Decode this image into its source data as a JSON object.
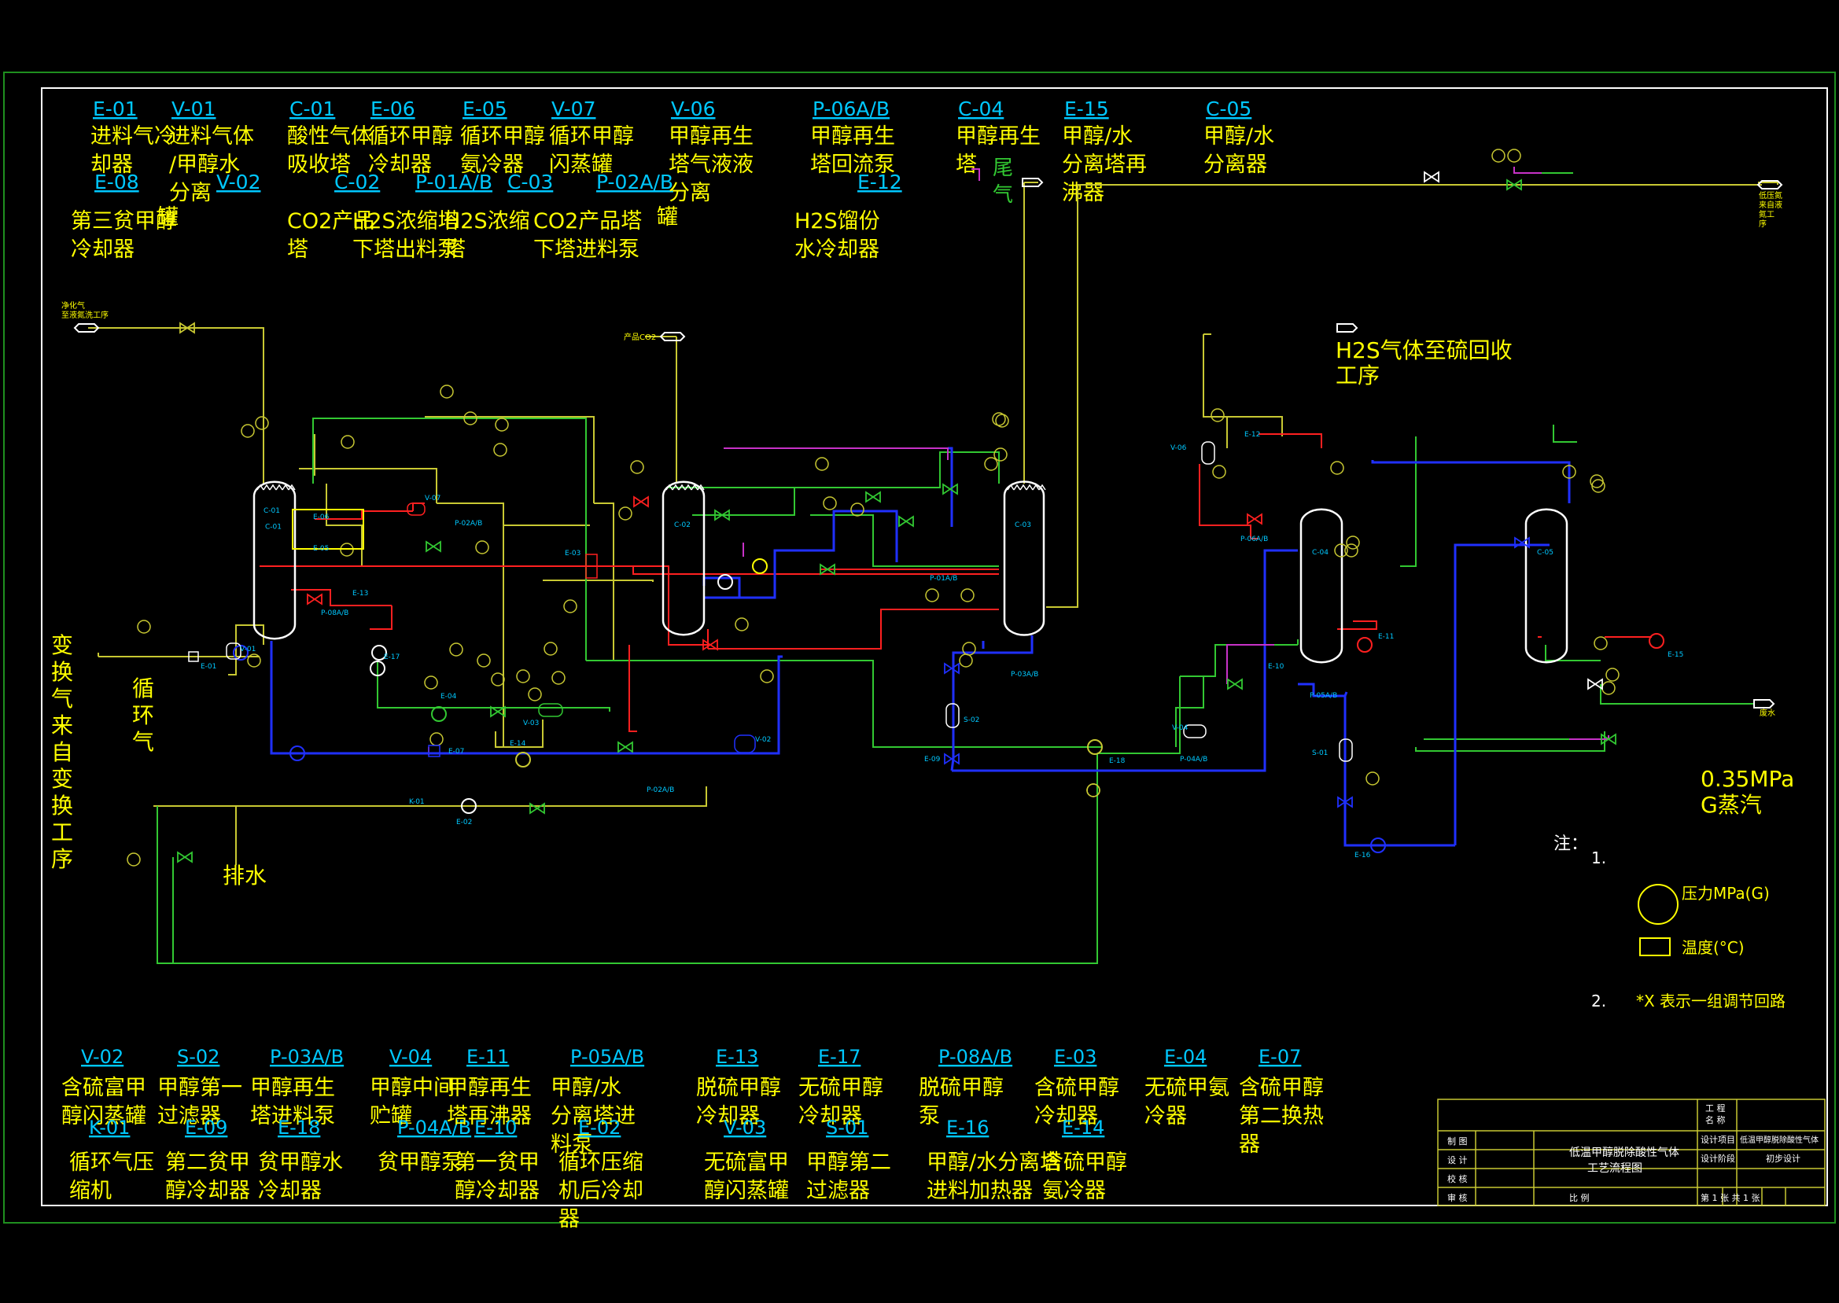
{
  "colors": {
    "background": "#000000",
    "frame": "#1f8f1f",
    "drawing_border": "#ffffff",
    "tag": "#00c8ff",
    "label": "#ffff00",
    "line_yellow": "#c8c832",
    "line_green": "#32c832",
    "line_red": "#ff2020",
    "line_blue": "#2030ff",
    "line_magenta": "#c832c8",
    "instrument": "#c8c832"
  },
  "legend_top": [
    {
      "tag": "E-01",
      "name": "进料气冷却器",
      "tag2": "E-08",
      "name2": "第三贫甲醇冷却器"
    },
    {
      "tag": "V-01",
      "name": "进料气体/甲醇水分离",
      "tag2": "V-02",
      "name2": "罐"
    },
    {
      "tag": "C-01",
      "name": "酸性气体吸收塔",
      "tag2": "C-02",
      "name2": "CO2产品塔"
    },
    {
      "tag": "E-06",
      "name": "循环甲醇冷却器",
      "tag2": "P-01A/B",
      "name2": "H2S浓缩塔下塔出料泵"
    },
    {
      "tag": "E-05",
      "name": "循环甲醇氨冷器",
      "tag2": "C-03",
      "name2": "H2S浓缩塔"
    },
    {
      "tag": "V-07",
      "name": "循环甲醇闪蒸罐",
      "tag2": "P-02A/B",
      "name2": "CO2产品塔下塔进料泵"
    },
    {
      "tag": "V-06",
      "name": "甲醇再生塔气液液分离",
      "tag2": "",
      "name2": "罐"
    },
    {
      "tag": "P-06A/B",
      "name": "甲醇再生塔回流泵",
      "tag2": "E-12",
      "name2": "H2S馏份水冷却器"
    },
    {
      "tag": "C-04",
      "name": "甲醇再生塔",
      "tag2": "",
      "name2": ""
    },
    {
      "tag": "E-15",
      "name": "甲醇/水分离塔再沸器",
      "tag2": "",
      "name2": ""
    },
    {
      "tag": "C-05",
      "name": "甲醇/水分离器",
      "tag2": "",
      "name2": ""
    }
  ],
  "legend_bottom": [
    {
      "tag": "V-02",
      "name": "含硫富甲醇闪蒸罐",
      "tag2": "K-01",
      "name2": "循环气压缩机"
    },
    {
      "tag": "S-02",
      "name": "甲醇第一过滤器",
      "tag2": "E-09",
      "name2": "第二贫甲醇冷却器"
    },
    {
      "tag": "P-03A/B",
      "name": "甲醇再生塔进料泵",
      "tag2": "E-18",
      "name2": "贫甲醇水冷却器"
    },
    {
      "tag": "V-04",
      "name": "甲醇中间贮罐",
      "tag2": "P-04A/B",
      "name2": "贫甲醇泵"
    },
    {
      "tag": "E-11",
      "name": "甲醇再生塔再沸器",
      "tag2": "E-10",
      "name2": "第一贫甲醇冷却器"
    },
    {
      "tag": "P-05A/B",
      "name": "甲醇/水分离塔进料泵",
      "tag2": "E-02",
      "name2": "循环压缩机后冷却器"
    },
    {
      "tag": "E-13",
      "name": "脱硫甲醇冷却器",
      "tag2": "V-03",
      "name2": "无硫富甲醇闪蒸罐"
    },
    {
      "tag": "E-17",
      "name": "无硫甲醇冷却器",
      "tag2": "S-01",
      "name2": "甲醇第二过滤器"
    },
    {
      "tag": "P-08A/B",
      "name": "脱硫甲醇泵",
      "tag2": "E-16",
      "name2": "甲醇/水分离塔进料加热器"
    },
    {
      "tag": "E-03",
      "name": "含硫甲醇冷却器",
      "tag2": "E-14",
      "name2": "含硫甲醇氨冷器"
    },
    {
      "tag": "E-04",
      "name": "无硫甲氨冷器",
      "tag2": "",
      "name2": ""
    },
    {
      "tag": "E-07",
      "name": "含硫甲醇第二换热器",
      "tag2": "",
      "name2": ""
    }
  ],
  "streams": {
    "feed": "变换气来自变换工序",
    "recycle": "循环气",
    "drain": "排水",
    "h2s_out": "H2S气体至硫回收工序",
    "steam": "0.35MPaG蒸汽",
    "tail_gas": "尾气",
    "purified_gas": "净化气至液氮洗工序",
    "co2_product": "产品CO2",
    "lp_nitrogen": "低压氮来自液氮工序",
    "waste_water": "废水"
  },
  "equipment_labels": [
    "C-01",
    "C-02",
    "C-03",
    "C-04",
    "C-05",
    "E-06",
    "E-05",
    "E-13",
    "V-07",
    "P-02A/B",
    "P-08A/B",
    "E-03",
    "E-17",
    "E-04",
    "V-03",
    "E-07",
    "E-14",
    "V-02",
    "P-03A/B",
    "E-16",
    "S-02",
    "E-09",
    "E-18",
    "V-04",
    "P-04A/B",
    "V-06",
    "E-12",
    "P-06A/B",
    "E-11",
    "E-10",
    "P-05A/B",
    "S-01",
    "E-15",
    "V-01",
    "E-01",
    "E-02",
    "K-01",
    "P-01A/B"
  ],
  "notes": {
    "heading": "注：",
    "item1": "1.",
    "pressure": "压力MPa(G)",
    "temperature": "温度(°C)",
    "item2": "2.",
    "loop": "*X  表示一组调节回路"
  },
  "title_block": {
    "project_label": "工 程\n名 称",
    "rows": [
      "制 图",
      "设 计",
      "校 核",
      "审 核"
    ],
    "title": "低温甲醇脱除酸性气体工艺流程图",
    "design_item_label": "设计项目",
    "design_item": "低温甲醇脱除酸性气体",
    "stage_label": "设计阶段",
    "stage": "初步设计",
    "scale_label": "比 例",
    "sheet": "第 1 张 共 1 张"
  }
}
